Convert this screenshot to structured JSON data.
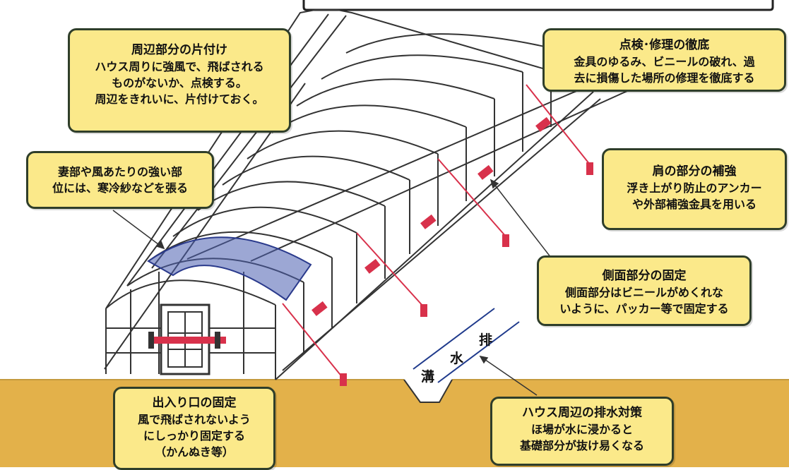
{
  "callouts": {
    "surroundings": {
      "title": "周辺部分の片付け",
      "lines": [
        "ハウス周りに強風で、飛ばされる",
        "ものがないか、点検する。",
        "周辺をきれいに、片付けておく。"
      ]
    },
    "inspection": {
      "title": "点検･修理の徹底",
      "lines": [
        "金具のゆるみ、ビニールの破れ、過",
        "去に損傷した場所の修理を徹底する"
      ]
    },
    "gable": {
      "lines": [
        "妻部や風あたりの強い部",
        "位には、寒冷紗などを張る"
      ]
    },
    "shoulder": {
      "title": "肩の部分の補強",
      "lines": [
        "浮き上がり防止のアンカー",
        "や外部補強金具を用いる"
      ]
    },
    "side": {
      "title": "側面部分の固定",
      "lines": [
        "側面部分はビニールがめくれな",
        "いように、パッカー等で固定する"
      ]
    },
    "entrance": {
      "title": "出入り口の固定",
      "lines": [
        "風で飛ばされないよう",
        "にしっかり固定する",
        "（かんぬき等）"
      ]
    },
    "drainage": {
      "title": "ハウス周辺の排水対策",
      "lines": [
        "ほ場が水に浸かると",
        "基礎部分が抜け易くなる"
      ]
    }
  },
  "canal_label": [
    "排",
    "水",
    "溝"
  ],
  "colors": {
    "callout_fill": "#fbe98a",
    "callout_border": "#2f3e2a",
    "ground": "#e3b14a",
    "frame": "#333333",
    "anchor_red": "#d8314b",
    "netting": "#2a3a8c"
  }
}
